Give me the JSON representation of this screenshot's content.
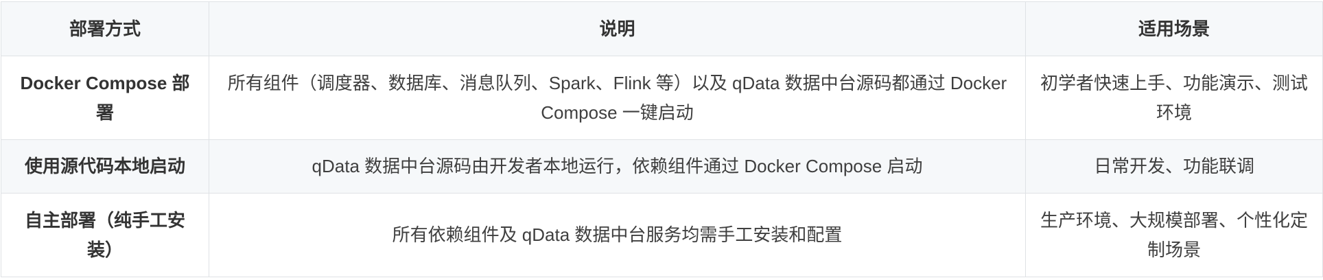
{
  "table": {
    "headers": [
      "部署方式",
      "说明",
      "适用场景"
    ],
    "rows": [
      {
        "method": "Docker Compose 部署",
        "description": "所有组件（调度器、数据库、消息队列、Spark、Flink 等）以及 qData 数据中台源码都通过 Docker Compose 一键启动",
        "scenario": "初学者快速上手、功能演示、测试环境"
      },
      {
        "method": "使用源代码本地启动",
        "description": "qData 数据中台源码由开发者本地运行，依赖组件通过 Docker Compose 启动",
        "scenario": "日常开发、功能联调"
      },
      {
        "method": "自主部署（纯手工安装）",
        "description": "所有依赖组件及 qData 数据中台服务均需手工安装和配置",
        "scenario": "生产环境、大规模部署、个性化定制场景"
      }
    ]
  }
}
